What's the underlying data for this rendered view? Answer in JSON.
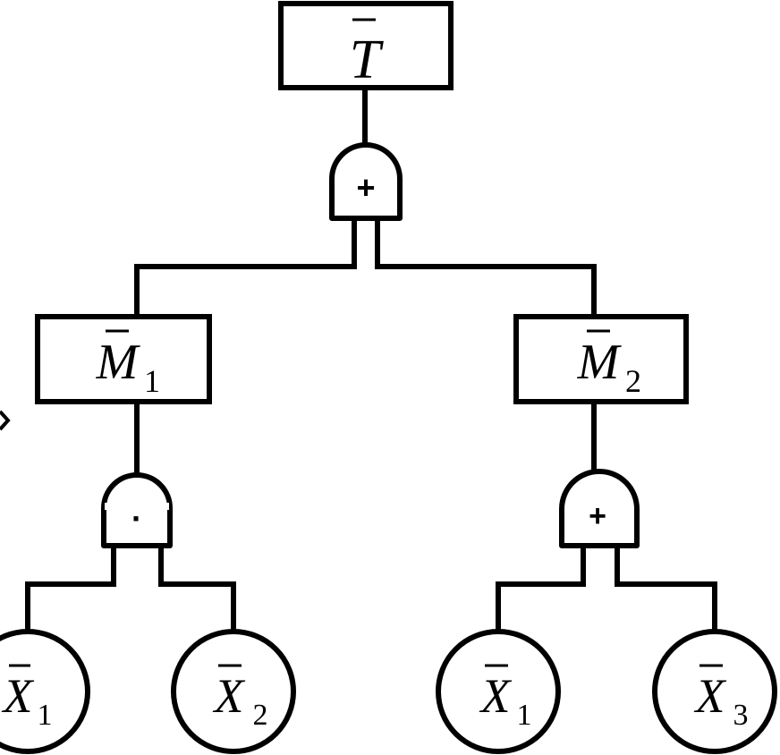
{
  "top_event": {
    "letter": "T",
    "subscript": ""
  },
  "top_gate": {
    "symbol": "+"
  },
  "intermediate": [
    {
      "letter": "M",
      "subscript": "1"
    },
    {
      "letter": "M",
      "subscript": "2"
    }
  ],
  "left_gate": {
    "symbol": "·"
  },
  "right_gate": {
    "symbol": "+"
  },
  "basic_events": [
    {
      "letter": "X",
      "subscript": "1"
    },
    {
      "letter": "X",
      "subscript": "2"
    },
    {
      "letter": "X",
      "subscript": "1"
    },
    {
      "letter": "X",
      "subscript": "3"
    }
  ]
}
